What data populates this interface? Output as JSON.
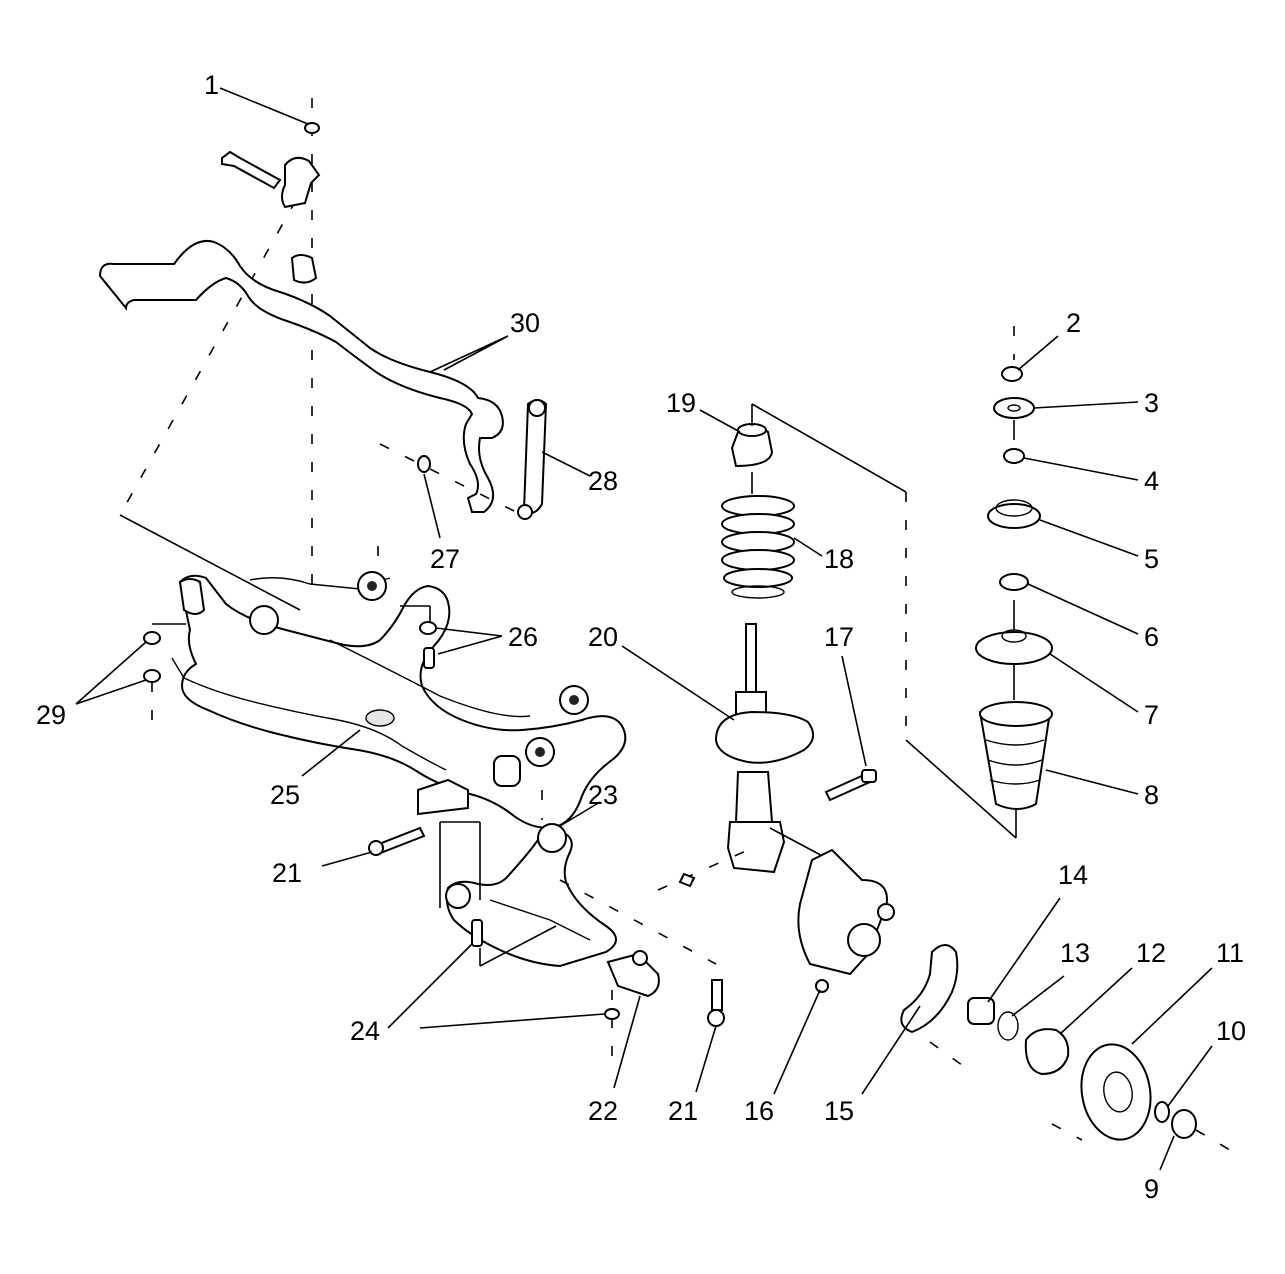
{
  "callouts": {
    "c1": "1",
    "c2": "2",
    "c3": "3",
    "c4": "4",
    "c5": "5",
    "c6": "6",
    "c7": "7",
    "c8": "8",
    "c9": "9",
    "c10": "10",
    "c11": "11",
    "c12": "12",
    "c13": "13",
    "c14": "14",
    "c15": "15",
    "c16": "16",
    "c17": "17",
    "c18": "18",
    "c19": "19",
    "c20": "20",
    "c21a": "21",
    "c21b": "21",
    "c22": "22",
    "c23": "23",
    "c24": "24",
    "c25": "25",
    "c26": "26",
    "c27": "27",
    "c28": "28",
    "c29": "29",
    "c30": "30"
  },
  "colors": {
    "ink": "#000000",
    "paper": "#ffffff",
    "shade": "#e6e6e6"
  }
}
